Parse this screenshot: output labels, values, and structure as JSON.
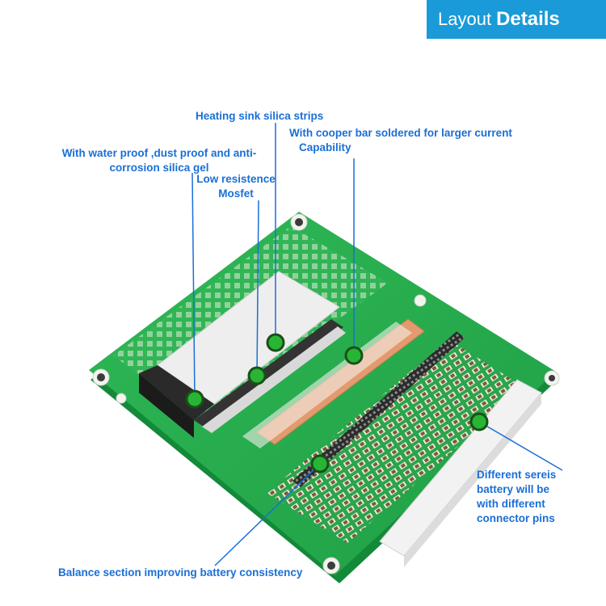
{
  "header": {
    "word1": "Layout",
    "word2": "Details"
  },
  "annotations": {
    "waterproof_line1": "With water proof ,dust proof and anti-",
    "waterproof_line2": "corrosion silica gel",
    "heating_sink": "Heating sink silica strips",
    "mosfet_line1": "Low resistence",
    "mosfet_line2": "Mosfet",
    "copper_line1": "With cooper bar soldered for larger current",
    "copper_line2": "Capability",
    "series_line1": "Different sereis",
    "series_line2": "battery will be",
    "series_line3": "with different",
    "series_line4": "connector pins",
    "balance": "Balance section improving battery consistency"
  },
  "colors": {
    "header_bg": "#1a9ad8",
    "label_text": "#1a6fd6",
    "pcb_green": "#22a84a",
    "marker_green": "#27b533",
    "copper": "#e39a6e"
  }
}
